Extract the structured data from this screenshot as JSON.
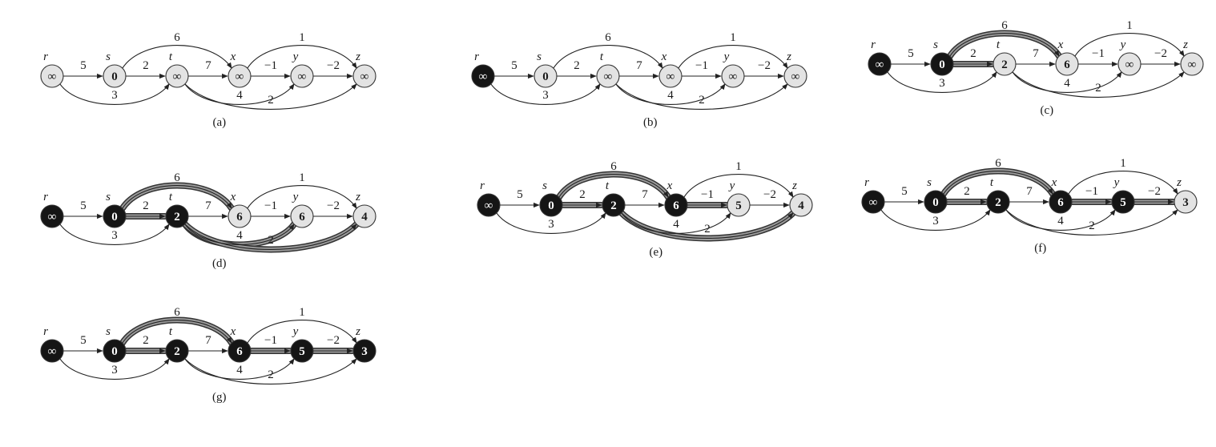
{
  "colors": {
    "white_node": "#e3e3e3",
    "black_node": "#151515",
    "edge": "#222222",
    "shortest_edge_fill": "#9a9a9a",
    "shortest_edge_outline": "#333333"
  },
  "nodes": [
    "r",
    "s",
    "t",
    "x",
    "y",
    "z"
  ],
  "edges": [
    {
      "from": "r",
      "to": "s",
      "weight": "5",
      "kind": "straight"
    },
    {
      "from": "s",
      "to": "t",
      "weight": "2",
      "kind": "straight"
    },
    {
      "from": "t",
      "to": "x",
      "weight": "7",
      "kind": "straight"
    },
    {
      "from": "x",
      "to": "y",
      "weight": "−1",
      "kind": "straight"
    },
    {
      "from": "y",
      "to": "z",
      "weight": "−2",
      "kind": "straight"
    },
    {
      "from": "s",
      "to": "x",
      "weight": "6",
      "kind": "arc-up"
    },
    {
      "from": "x",
      "to": "z",
      "weight": "1",
      "kind": "arc-up"
    },
    {
      "from": "r",
      "to": "t",
      "weight": "3",
      "kind": "arc-down"
    },
    {
      "from": "t",
      "to": "y",
      "weight": "4",
      "kind": "arc-down"
    },
    {
      "from": "t",
      "to": "z",
      "weight": "2",
      "kind": "arc-down"
    }
  ],
  "panels": [
    {
      "caption": "(a)",
      "values": [
        "∞",
        "0",
        "∞",
        "∞",
        "∞",
        "∞"
      ],
      "black": [
        false,
        false,
        false,
        false,
        false,
        false
      ],
      "shaded": []
    },
    {
      "caption": "(b)",
      "values": [
        "∞",
        "0",
        "∞",
        "∞",
        "∞",
        "∞"
      ],
      "black": [
        true,
        false,
        false,
        false,
        false,
        false
      ],
      "shaded": []
    },
    {
      "caption": "(c)",
      "values": [
        "∞",
        "0",
        "2",
        "6",
        "∞",
        "∞"
      ],
      "black": [
        true,
        true,
        false,
        false,
        false,
        false
      ],
      "shaded": [
        "s-t",
        "s-x"
      ]
    },
    {
      "caption": "(d)",
      "values": [
        "∞",
        "0",
        "2",
        "6",
        "6",
        "4"
      ],
      "black": [
        true,
        true,
        true,
        false,
        false,
        false
      ],
      "shaded": [
        "s-t",
        "s-x",
        "t-y",
        "t-z"
      ]
    },
    {
      "caption": "(e)",
      "values": [
        "∞",
        "0",
        "2",
        "6",
        "5",
        "4"
      ],
      "black": [
        true,
        true,
        true,
        true,
        false,
        false
      ],
      "shaded": [
        "s-t",
        "s-x",
        "x-y",
        "t-z"
      ]
    },
    {
      "caption": "(f)",
      "values": [
        "∞",
        "0",
        "2",
        "6",
        "5",
        "3"
      ],
      "black": [
        true,
        true,
        true,
        true,
        true,
        false
      ],
      "shaded": [
        "s-t",
        "s-x",
        "x-y",
        "y-z"
      ]
    },
    {
      "caption": "(g)",
      "values": [
        "∞",
        "0",
        "2",
        "6",
        "5",
        "3"
      ],
      "black": [
        true,
        true,
        true,
        true,
        true,
        true
      ],
      "shaded": [
        "s-t",
        "s-x",
        "x-y",
        "y-z"
      ]
    }
  ]
}
